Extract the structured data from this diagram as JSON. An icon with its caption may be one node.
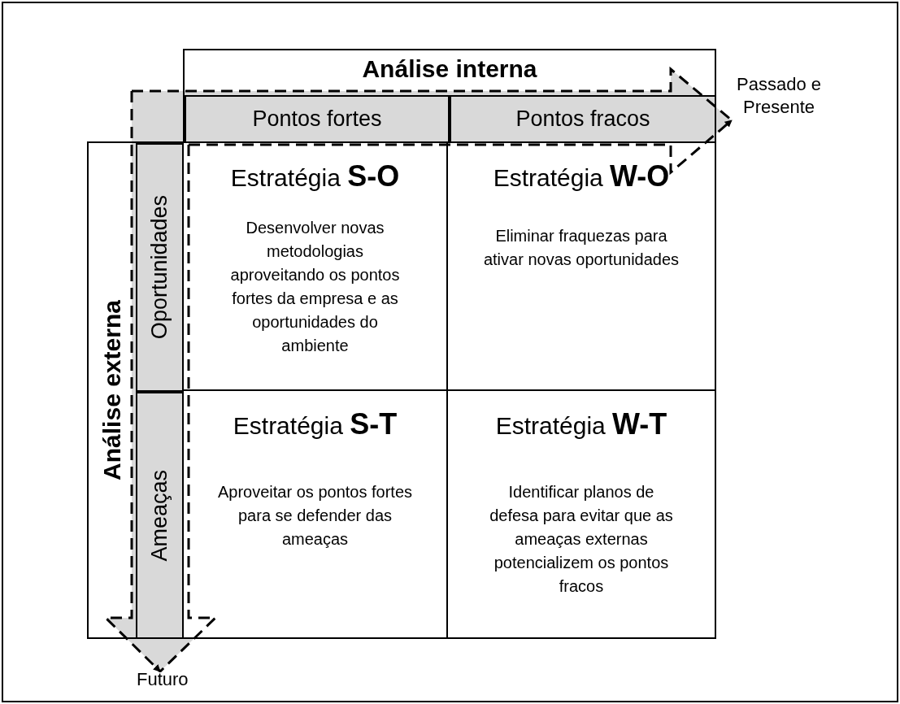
{
  "diagram": {
    "nodes": [
      {
        "text": [
          "Análise interna"
        ]
      },
      {
        "text": [
          "Pontos fortes"
        ],
        "in": 0
      },
      {
        "text": [
          "Pontos fracos"
        ],
        "in": 0
      },
      {
        "text": [
          "Análise externa"
        ]
      },
      {
        "text": [
          "Oportunidades"
        ],
        "in": 3
      },
      {
        "text": [
          "Ameaças"
        ],
        "in": 3
      },
      {
        "text": [
          "Estratégia **S-O**",
          "Desenvolver novas metodologias aproveitando os pontos fortes da empresa e as oportunidades do ambiente"
        ]
      },
      {
        "text": [
          "Estratégia **W-O**",
          "Eliminar fraquezas para ativar novas oportunidades"
        ]
      },
      {
        "text": [
          "Estratégia **S-T**",
          "Aproveitar os pontos fortes para se defender das ameaças"
        ]
      },
      {
        "text": [
          "Estratégia **W-T**",
          "Identificar planos de defesa para evitar que as ameaças externas potencializem os pontos fracos"
        ]
      },
      {
        "text": [
          "Passado e Presente"
        ]
      },
      {
        "text": [
          "Futuro"
        ]
      }
    ],
    "edges": [
      {
        "from": null,
        "to": 10,
        "arrow": "to",
        "style": "dashed"
      },
      {
        "from": null,
        "to": 11,
        "arrow": "to",
        "style": "dashed"
      }
    ]
  }
}
